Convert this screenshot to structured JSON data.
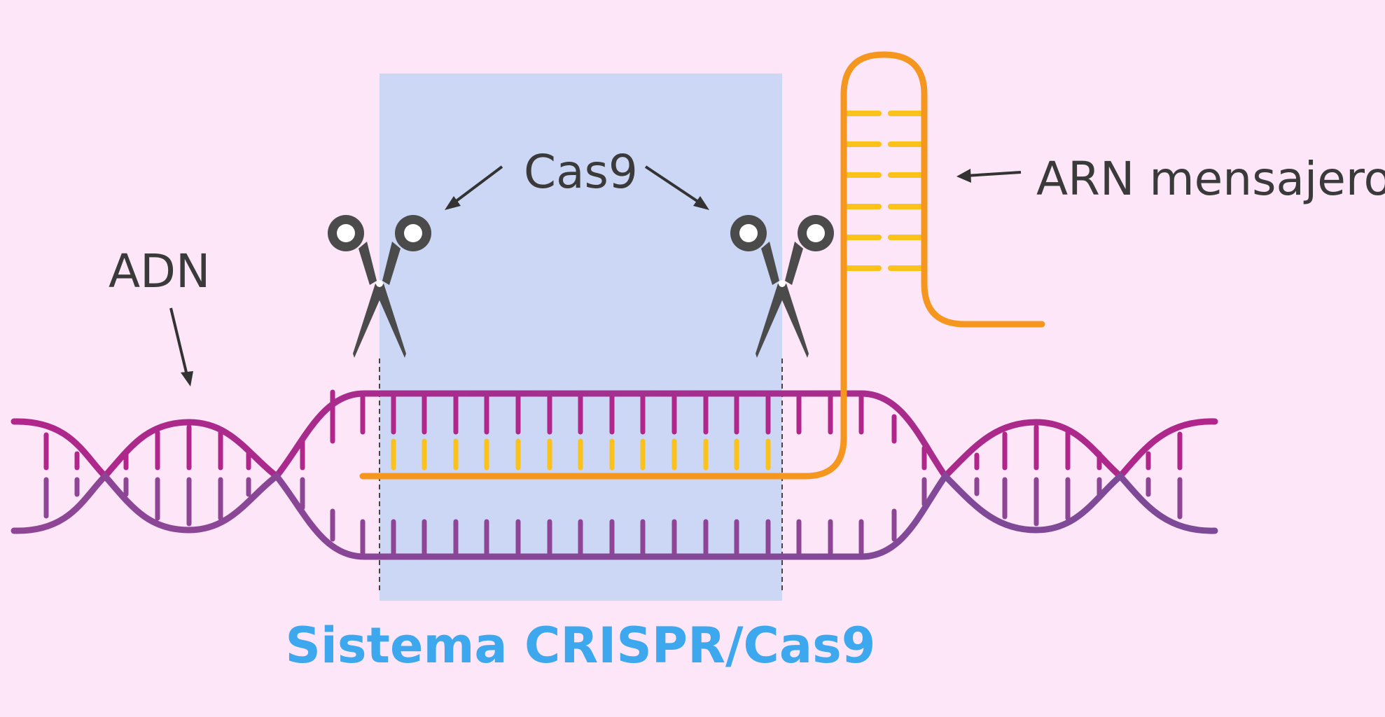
{
  "labels": {
    "dna": "ADN",
    "cas9": "Cas9",
    "rna": "ARN mensajero"
  },
  "title": "Sistema CRISPR/Cas9",
  "colors": {
    "background": "#fde6f7",
    "highlight_box": "#ccd7f5",
    "strand_magenta": "#b0268a",
    "strand_purple": "#8e4596",
    "rna_orange": "#f5961f",
    "base_yellow": "#fbc21a",
    "scissors": "#4b4b4b",
    "title_blue": "#3ea8ee",
    "label_text": "#3a3a3a"
  },
  "icons": [
    "scissors-icon",
    "scissors-icon"
  ]
}
